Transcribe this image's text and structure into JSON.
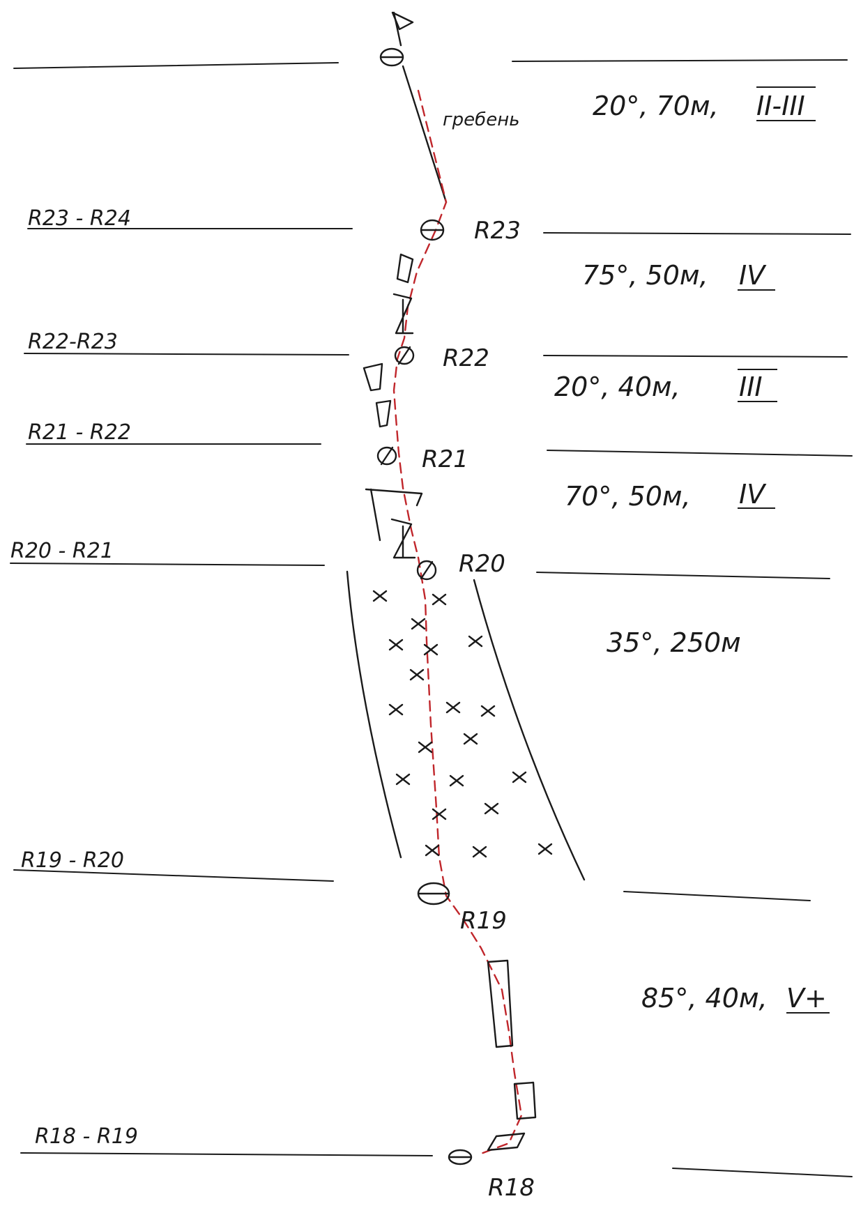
{
  "summit": {
    "ridge_label": "гребень"
  },
  "belays": [
    "R23",
    "R22",
    "R21",
    "R20",
    "R19",
    "R18"
  ],
  "pitches": [
    {
      "id": "R23-R24",
      "left_label": "R23 - R24",
      "spec": "20°, 70м,",
      "grade": "II-III"
    },
    {
      "id": "R22-R23",
      "left_label": "R22-R23",
      "spec": "75°, 50м,",
      "grade": "IV"
    },
    {
      "id": "R21-R22",
      "left_label": "R21 - R22",
      "spec": "20°, 40м,",
      "grade": "III"
    },
    {
      "id": "R20-R21",
      "left_label": "R20 - R21",
      "spec": "70°, 50м,",
      "grade": "IV"
    },
    {
      "id": "R19-R20",
      "left_label": "R19 - R20",
      "spec": "35°, 250м",
      "grade": ""
    },
    {
      "id": "R18-R19",
      "left_label": "R18 - R19",
      "spec": "85°, 40м,",
      "grade": "V+"
    }
  ],
  "colors": {
    "ink": "#1a1a1a",
    "route": "#c0262b",
    "paper": "#ffffff"
  },
  "icons": [
    "flag-icon",
    "belay-station-icon",
    "rock-block-icon",
    "scree-mark-icon"
  ]
}
